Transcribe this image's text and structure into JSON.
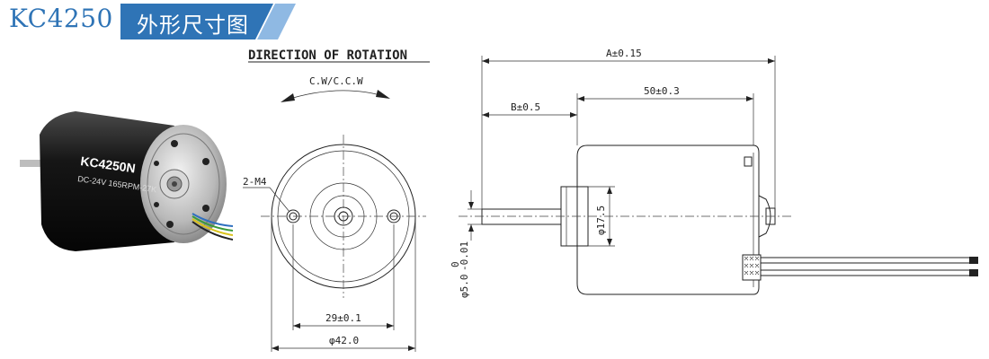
{
  "header": {
    "model": "KC4250",
    "section_title": "外形尺寸图"
  },
  "photo": {
    "label_model": "KC4250N",
    "label_spec": "DC-24V 165RPM-27K"
  },
  "front_view": {
    "title": "DIRECTION OF ROTATION",
    "rotation": "C.W/C.C.W",
    "hole_callout": "2-M4",
    "hole_spacing": "29±0.1",
    "diameter": "φ42.0"
  },
  "side_view": {
    "overall_length": "A±0.15",
    "shaft_length": "B±0.5",
    "body_length": "50±0.3",
    "boss_diameter": "φ17.5",
    "shaft_diameter_main": "φ5.0",
    "shaft_tol_upper": "0",
    "shaft_tol_lower": "-0.01"
  },
  "colors": {
    "brand_blue": "#2f74b6",
    "banner_light": "#8fb9e3",
    "motor_body": "#1a1a1a"
  }
}
